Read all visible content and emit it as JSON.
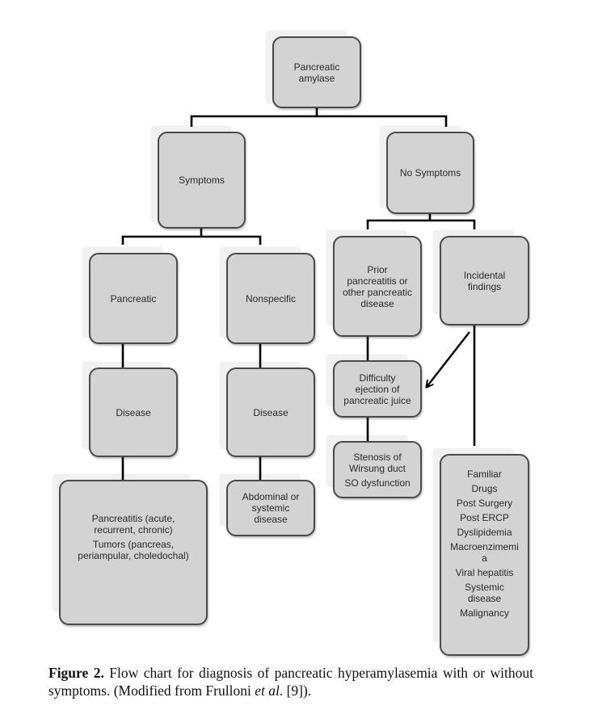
{
  "diagram": {
    "nodes": {
      "root": {
        "lines": [
          "Pancreatic",
          "amylase"
        ]
      },
      "symptoms": {
        "lines": [
          "Symptoms"
        ]
      },
      "no_symptoms": {
        "lines": [
          "No Symptoms"
        ]
      },
      "pancreatic": {
        "lines": [
          "Pancreatic"
        ]
      },
      "nonspecific": {
        "lines": [
          "Nonspecific"
        ]
      },
      "prior_pancreatitis": {
        "lines": [
          "Prior",
          "pancreatitis or",
          "other pancreatic",
          "disease"
        ]
      },
      "incidental_findings": {
        "lines": [
          "Incidental",
          "findings"
        ]
      },
      "disease_left": {
        "lines": [
          "Disease"
        ]
      },
      "disease_right": {
        "lines": [
          "Disease"
        ]
      },
      "difficulty_ejection": {
        "lines": [
          "Difficulty",
          "ejection of",
          "pancreatic juice"
        ]
      },
      "stenosis": {
        "groups": [
          [
            "Stenosis of",
            "Wirsung duct"
          ],
          [
            "SO dysfunction"
          ]
        ]
      },
      "abdominal": {
        "lines": [
          "Abdominal or",
          "systemic",
          "disease"
        ]
      },
      "pancreatic_disease_list": {
        "groups": [
          [
            "Pancreatitis (acute,",
            "recurrent,  chronic)"
          ],
          [
            "Tumors  (pancreas,",
            "periampular,  choledochal)"
          ]
        ]
      },
      "incidental_list": {
        "groups": [
          [
            "Familiar"
          ],
          [
            "Drugs"
          ],
          [
            "Post Surgery"
          ],
          [
            "Post ERCP"
          ],
          [
            "Dyslipidemia"
          ],
          [
            "Macroenzimemi",
            "a"
          ],
          [
            "Viral hepatitis"
          ],
          [
            "Systemic",
            "disease"
          ],
          [
            "Malignancy"
          ]
        ]
      }
    },
    "edges": [
      [
        "root",
        "symptoms"
      ],
      [
        "root",
        "no_symptoms"
      ],
      [
        "symptoms",
        "pancreatic"
      ],
      [
        "symptoms",
        "nonspecific"
      ],
      [
        "no_symptoms",
        "prior_pancreatitis"
      ],
      [
        "no_symptoms",
        "incidental_findings"
      ],
      [
        "pancreatic",
        "disease_left"
      ],
      [
        "nonspecific",
        "disease_right"
      ],
      [
        "disease_left",
        "pancreatic_disease_list"
      ],
      [
        "disease_right",
        "abdominal"
      ],
      [
        "prior_pancreatitis",
        "difficulty_ejection"
      ],
      [
        "difficulty_ejection",
        "stenosis"
      ],
      [
        "incidental_findings",
        "difficulty_ejection",
        "arrow"
      ],
      [
        "incidental_findings",
        "incidental_list"
      ]
    ],
    "colors": {
      "box_fill": "#d3d3d3",
      "box_border": "#4a4a4a",
      "connector": "#000000"
    }
  },
  "caption": {
    "label": "Figure 2.",
    "text_before_italic": " Flow chart for diagnosis of pancreatic hyperamylasemia with or without symptoms. (Modified from Frulloni ",
    "italic": "et al",
    "text_after_italic": ". [9])."
  }
}
